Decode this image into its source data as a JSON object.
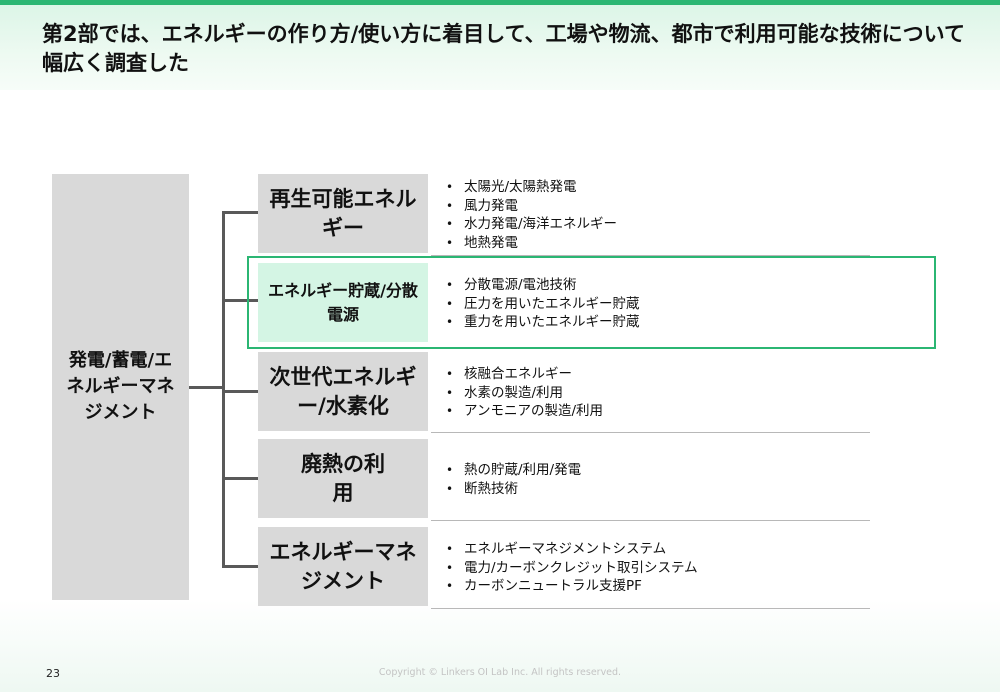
{
  "header": {
    "title": "第2部では、エネルギーの作り方/使い方に着目して、工場や物流、都市で利用可能な技術について幅広く調査した"
  },
  "tree": {
    "root_label": "発電/蓄電/エネルギーマネジメント",
    "categories": [
      {
        "label": "再生可能エネルギー",
        "items": [
          "太陽光/太陽熱発電",
          "風力発電",
          "水力発電/海洋エネルギー",
          "地熱発電"
        ]
      },
      {
        "label": "エネルギー貯蔵/分散電源",
        "items": [
          "分散電源/電池技術",
          "圧力を用いたエネルギー貯蔵",
          "重力を用いたエネルギー貯蔵"
        ]
      },
      {
        "label": "次世代エネルギー/水素化",
        "items": [
          "核融合エネルギー",
          "水素の製造/利用",
          "アンモニアの製造/利用"
        ]
      },
      {
        "label": "廃熱の利用",
        "items": [
          "熱の貯蔵/利用/発電",
          "断熱技術"
        ]
      },
      {
        "label": "エネルギーマネジメント",
        "items": [
          "エネルギーマネジメントシステム",
          "電力/カーボンクレジット取引システム",
          "カーボンニュートラル支援PF"
        ]
      }
    ]
  },
  "footer": {
    "page_number": "23",
    "copyright": "Copyright © Linkers OI Lab Inc. All rights reserved."
  },
  "colors": {
    "accent": "#2bb673",
    "box_gray": "#d9d9d9",
    "highlight_box": "#d4f5e4"
  }
}
